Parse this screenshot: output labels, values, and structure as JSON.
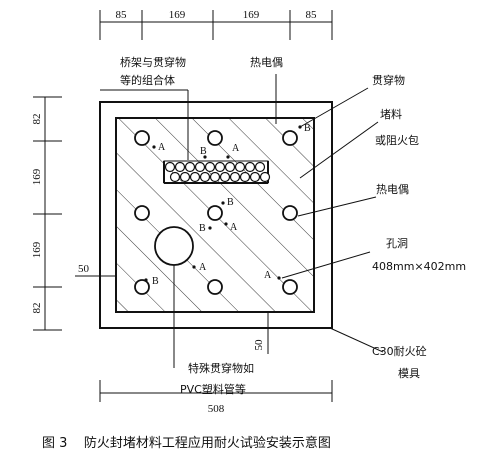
{
  "dimensions": {
    "top": [
      "85",
      "169",
      "169",
      "85"
    ],
    "left": [
      "82",
      "169",
      "169",
      "82"
    ],
    "bottom": "508",
    "offset_left": "50",
    "offset_bottom": "50"
  },
  "labels": {
    "bridge_line1": "桥架与贯穿物",
    "bridge_line2": "等的组合体",
    "thermocouple_top": "热电偶",
    "penetration": "贯穿物",
    "plug_line1": "堵料",
    "plug_line2": "或阻火包",
    "thermocouple_right": "热电偶",
    "hole": "孔洞",
    "hole_size": "408mm×402mm",
    "mold_line1": "C30耐火砼",
    "mold_line2": "模具",
    "special_line1": "特殊贯穿物如",
    "special_line2": "PVC塑料管等"
  },
  "points": {
    "a": "A",
    "b": "B"
  },
  "caption": "图 3    防火封堵材料工程应用耐火试验安装示意图"
}
